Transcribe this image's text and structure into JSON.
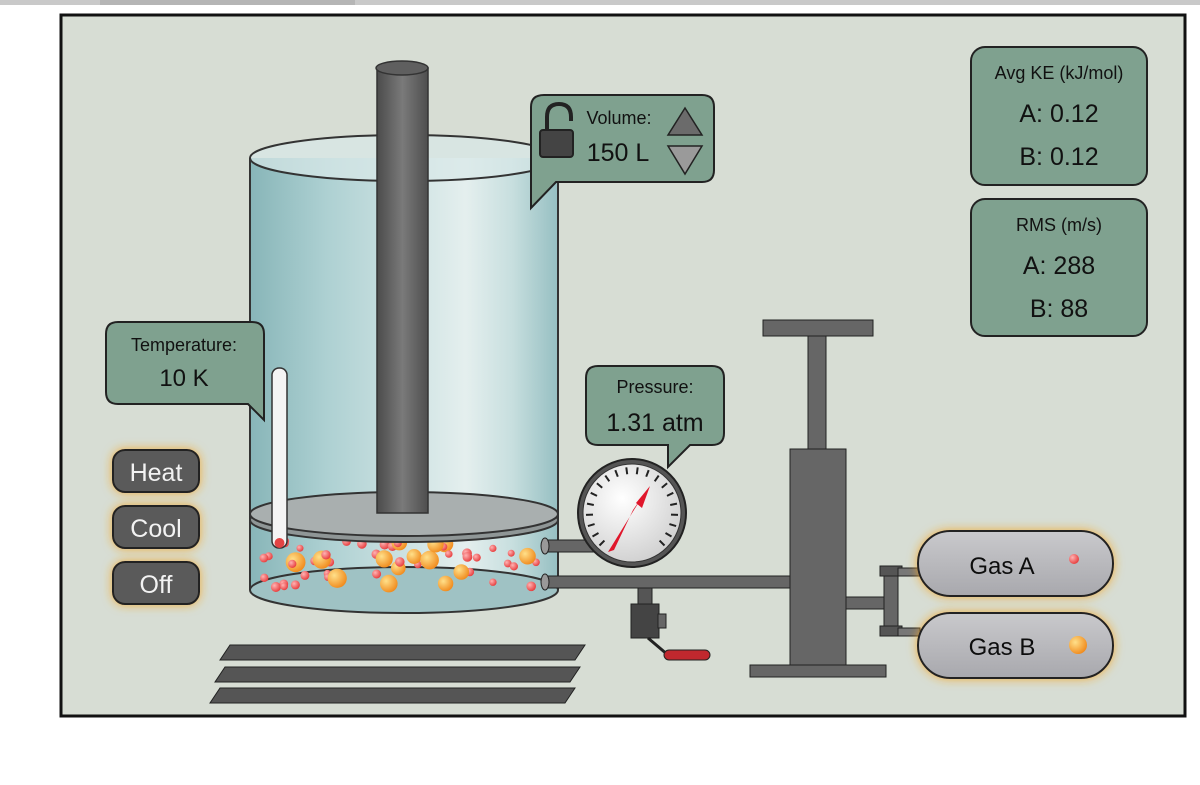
{
  "controls": {
    "heat_label": "Heat",
    "cool_label": "Cool",
    "off_label": "Off"
  },
  "temperature": {
    "label": "Temperature:",
    "value": "10 K"
  },
  "volume": {
    "label": "Volume:",
    "value": "150 L",
    "locked": false
  },
  "pressure": {
    "label": "Pressure:",
    "value": "1.31 atm"
  },
  "avg_ke": {
    "title": "Avg KE (kJ/mol)",
    "a": "A: 0.12",
    "b": "B: 0.12"
  },
  "rms": {
    "title": "RMS (m/s)",
    "a": "A: 288",
    "b": "B: 88"
  },
  "gas_tanks": {
    "a_label": "Gas A",
    "b_label": "Gas B"
  },
  "colors": {
    "panel_green": "#7fa18f",
    "scene_bg": "#d7ddd4",
    "button_dark": "#5a5a5a",
    "glow_orange": "#f5b04a",
    "gauge_needle": "#e0162b",
    "gas_a_particle": "#f25454",
    "gas_b_particle": "#f5a623"
  },
  "icons": {
    "lock": "unlock-icon",
    "volume_up": "triangle-up-icon",
    "volume_down": "triangle-down-icon"
  }
}
